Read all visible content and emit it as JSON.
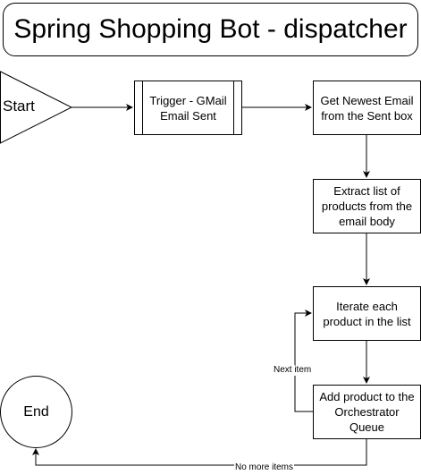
{
  "title": "Spring Shopping Bot - dispatcher",
  "nodes": {
    "start": "Start",
    "trigger": "Trigger - GMail Email Sent",
    "get_email": "Get Newest Email from the Sent box",
    "extract": "Extract list of products from the email body",
    "iterate": "Iterate each product in the list",
    "add_product": "Add product to the Orchestrator Queue",
    "end": "End"
  },
  "edges": {
    "next_item": "Next item",
    "no_more_items": "No more items"
  }
}
